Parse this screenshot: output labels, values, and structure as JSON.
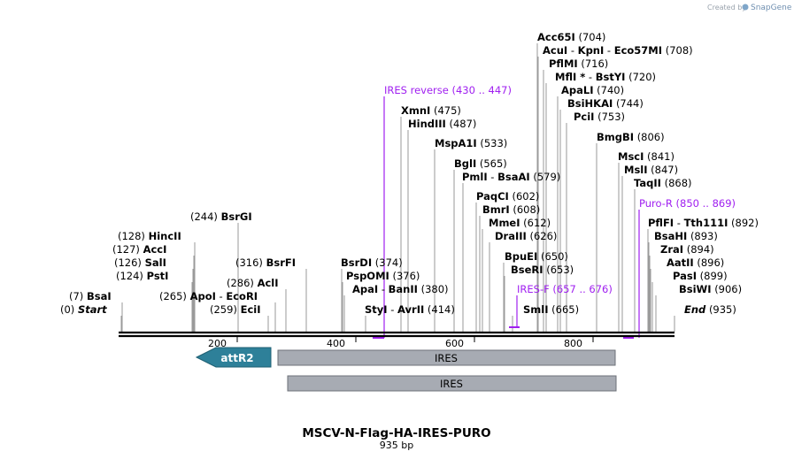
{
  "credit": {
    "prefix": "Created by",
    "brand": "SnapGene"
  },
  "title": "MSCV-N-Flag-HA-IRES-PURO",
  "subtitle": "935 bp",
  "scale": {
    "ticks": [
      200,
      400,
      600,
      800
    ]
  },
  "sites": [
    {
      "pos": "(0)",
      "name": "Start",
      "italic": true
    },
    {
      "pos": "(7)",
      "name": "BsaI"
    },
    {
      "pos": "(124)",
      "name": "PstI"
    },
    {
      "pos": "(126)",
      "name": "SalI"
    },
    {
      "pos": "(127)",
      "name": "AccI"
    },
    {
      "pos": "(128)",
      "name": "HincII"
    },
    {
      "pos": "(244)",
      "name": "BsrGI"
    },
    {
      "pos": "(259)",
      "name": "EciI"
    },
    {
      "pos": "(265)",
      "name": "ApoI - EcoRI"
    },
    {
      "pos": "(286)",
      "name": "AclI"
    },
    {
      "pos": "(316)",
      "name": "BsrFI"
    },
    {
      "pos": "(374)",
      "name": "BsrDI"
    },
    {
      "pos": "(376)",
      "name": "PspOMI"
    },
    {
      "pos": "(380)",
      "name": "ApaI - BanII"
    },
    {
      "pos": "(414)",
      "name": "StyI - AvrII"
    },
    {
      "pos": "(475)",
      "name": "XmnI"
    },
    {
      "pos": "(487)",
      "name": "HindIII"
    },
    {
      "pos": "(533)",
      "name": "MspA1I"
    },
    {
      "pos": "(565)",
      "name": "BglI"
    },
    {
      "pos": "(579)",
      "name": "PmlI - BsaAI"
    },
    {
      "pos": "(602)",
      "name": "PaqCI"
    },
    {
      "pos": "(608)",
      "name": "BmrI"
    },
    {
      "pos": "(612)",
      "name": "MmeI"
    },
    {
      "pos": "(626)",
      "name": "DraIII"
    },
    {
      "pos": "(650)",
      "name": "BpuEI"
    },
    {
      "pos": "(653)",
      "name": "BseRI"
    },
    {
      "pos": "(665)",
      "name": "SmlI"
    },
    {
      "pos": "(704)",
      "name": "Acc65I"
    },
    {
      "pos": "(708)",
      "name": "AcuI - KpnI - Eco57MI"
    },
    {
      "pos": "(716)",
      "name": "PflMI"
    },
    {
      "pos": "(720)",
      "name": "MflI * - BstYI"
    },
    {
      "pos": "(740)",
      "name": "ApaLI"
    },
    {
      "pos": "(744)",
      "name": "BsiHKAI"
    },
    {
      "pos": "(753)",
      "name": "PciI"
    },
    {
      "pos": "(806)",
      "name": "BmgBI"
    },
    {
      "pos": "(841)",
      "name": "MscI"
    },
    {
      "pos": "(847)",
      "name": "MslI"
    },
    {
      "pos": "(868)",
      "name": "TaqII"
    },
    {
      "pos": "(892)",
      "name": "PflFI - Tth111I"
    },
    {
      "pos": "(893)",
      "name": "BsaHI"
    },
    {
      "pos": "(894)",
      "name": "ZraI"
    },
    {
      "pos": "(896)",
      "name": "AatII"
    },
    {
      "pos": "(899)",
      "name": "PasI"
    },
    {
      "pos": "(906)",
      "name": "BsiWI"
    },
    {
      "pos": "(935)",
      "name": "End",
      "italic": true
    }
  ],
  "primers": [
    {
      "name": "IRES reverse",
      "range": "(430 .. 447)"
    },
    {
      "name": "IRES-F",
      "range": "(657 .. 676)"
    },
    {
      "name": "Puro-R",
      "range": "(850 .. 869)"
    }
  ],
  "features": [
    {
      "name": "attR2",
      "color": "#2e8099"
    },
    {
      "name": "IRES",
      "color": "#a7abb3"
    },
    {
      "name": "IRES",
      "color": "#a7abb3"
    }
  ],
  "colors": {
    "primer": "#a020f0",
    "backbone": "#000000"
  }
}
